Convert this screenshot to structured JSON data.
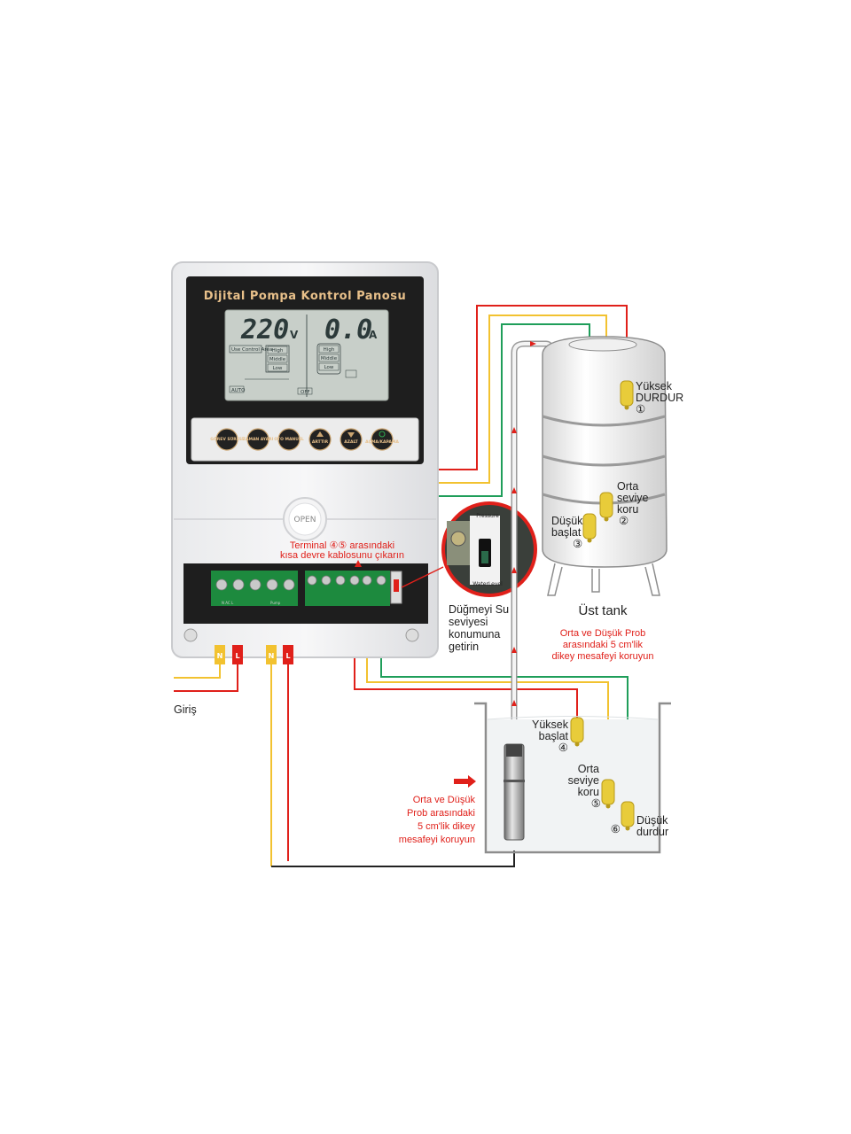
{
  "panel": {
    "title": "Dijital Pompa Kontrol Panosu",
    "lcd_voltage": "220",
    "lcd_voltage_unit": "V",
    "lcd_current": "0.0",
    "lcd_current_unit": "A",
    "lcd_mode_label": "Use Control Area",
    "lcd_levels_left": [
      "High",
      "Middle",
      "Low"
    ],
    "lcd_levels_right": [
      "High",
      "Middle",
      "Low"
    ],
    "lcd_auto": "AUTO",
    "lcd_off": "OFF",
    "buttons": [
      {
        "label": "GÖREV SÜRESİ",
        "icon": "task-time-icon"
      },
      {
        "label": "ZAMAN AYARI",
        "icon": "time-set-icon"
      },
      {
        "label": "OTO MANUEL",
        "icon": "auto-manual-icon"
      },
      {
        "label": "ARTTIR",
        "icon": "increase-icon"
      },
      {
        "label": "AZALT",
        "icon": "decrease-icon"
      },
      {
        "label": "AÇMA/KAPAMA",
        "icon": "power-icon"
      }
    ],
    "open_label": "OPEN",
    "terminal_labels": [
      "N",
      "L",
      "N",
      "L"
    ]
  },
  "labels": {
    "giris": "Giriş",
    "top_tank": "Üst tank",
    "terminal_note_line1": "Terminal ④⑤ arasındaki",
    "terminal_note_line2": "kısa devre kablosunu çıkarın",
    "switch_note": [
      "Düğmeyi Su",
      "seviyesi",
      "konumuna",
      "getirin"
    ],
    "switch_pressure": "Pressure",
    "switch_waterlevel": "WaterLevel",
    "top_note": [
      "Orta ve Düşük Prob",
      "arasındaki 5 cm'lik",
      "dikey mesafeyi koruyun"
    ],
    "bottom_note": [
      "Orta ve Düşük",
      "Prob arasındaki",
      "5 cm'lik dikey",
      "mesafeyi koruyun"
    ],
    "probe_1": [
      "Yüksek",
      "DURDUR",
      "①"
    ],
    "probe_2": [
      "Orta",
      "seviye",
      "koru",
      "②"
    ],
    "probe_3": [
      "Düşük",
      "başlat",
      "③"
    ],
    "probe_4": [
      "Yüksek",
      "başlat",
      "④"
    ],
    "probe_5": [
      "Orta",
      "seviye",
      "koru",
      "⑤"
    ],
    "probe_6": [
      "Düşük",
      "durdur",
      "⑥"
    ]
  },
  "colors": {
    "red_wire": "#e0201a",
    "yellow_wire": "#f2c230",
    "green_wire": "#1f9e5a",
    "panel_dark": "#1e1e1e",
    "probe_yellow": "#e8cc3a"
  }
}
